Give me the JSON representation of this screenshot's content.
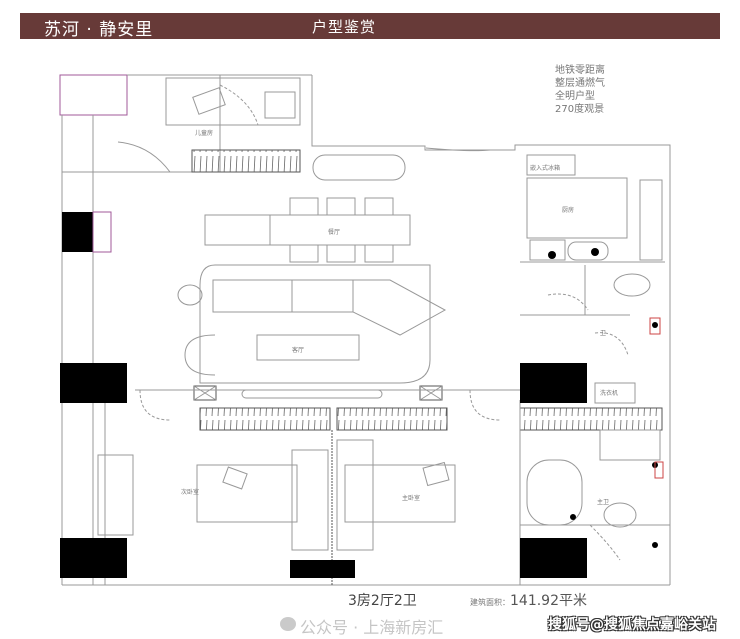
{
  "header": {
    "title": "苏河 · 静安里",
    "subtitle": "户型鉴赏",
    "color": "#673a38"
  },
  "features": [
    "地铁零距离",
    "整层通燃气",
    "全明户型",
    "270度观景"
  ],
  "rooms": {
    "kids_room": "儿童房",
    "dining": "餐厅",
    "living": "客厅",
    "kitchen": "厨房",
    "fridge": "嵌入式冰箱",
    "bath": "卫",
    "washer": "洗衣机",
    "second_bedroom": "次卧室",
    "master_bedroom": "主卧室",
    "master_bath": "主卫"
  },
  "summary": {
    "layout": "3房2厅2卫",
    "area_label": "建筑面积：",
    "area_value": "141.92平米"
  },
  "watermarks": {
    "public_account": "公众号 · 上海新房汇",
    "sohu": "搜狐号@搜狐焦点嘉峪关站"
  }
}
